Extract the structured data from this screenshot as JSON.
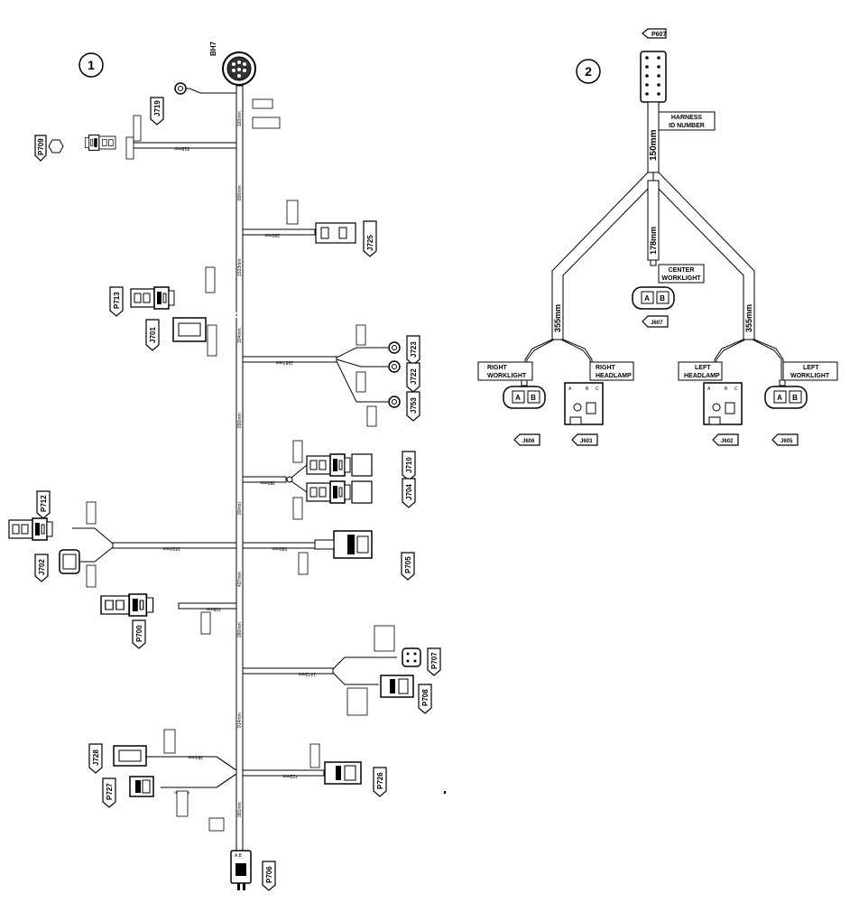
{
  "section_numbers": [
    "1",
    "2"
  ],
  "harness1": {
    "bulkhead_label": "BH7",
    "connector_tags": {
      "j719": "J719",
      "p709": "P709",
      "j725": "J725",
      "p713": "P713",
      "j701": "J701",
      "j723": "J723",
      "j722": "J722",
      "j753": "J753",
      "j710": "J710",
      "j704": "J704",
      "p712": "P712",
      "j702": "J702",
      "p705": "P705",
      "p700": "P700",
      "p707": "P707",
      "p708": "P708",
      "j728": "J728",
      "p727": "P727",
      "p726": "P726",
      "p706": "P706"
    },
    "branch_lengths": {
      "b_p709": "818mm",
      "b_j725": "290mm",
      "b_j723": "1687mm",
      "b_j710": "380mm",
      "b_p712": "3400mm",
      "b_p705": "580mm",
      "b_p700": "408mm",
      "b_p707": "1472mm",
      "b_j728": "384mm",
      "b_p727": "432mm",
      "b_p726": "432mm"
    },
    "trunk_lengths": {
      "t1": "160mm",
      "t2": "800mm",
      "t3": "1533mm",
      "t4": "304mm",
      "t5": "690mm",
      "t6": "90mm",
      "t7": "437mm",
      "t8": "280mm",
      "t9": "914mm",
      "t10": "381mm"
    },
    "pin_letters": {
      "p706": "A B"
    }
  },
  "harness2": {
    "top_tag": "P607",
    "harness_id_label": [
      "HARNESS",
      "ID NUMBER"
    ],
    "lengths": {
      "trunk": "150mm",
      "center": "178mm",
      "left": "355mm",
      "right": "355mm"
    },
    "labels": {
      "center_worklight": [
        "CENTER",
        "WORKLIGHT"
      ],
      "right_worklight": [
        "RIGHT",
        "WORKLIGHT"
      ],
      "right_headlamp": [
        "RIGHT",
        "HEADLAMP"
      ],
      "left_headlamp": [
        "LEFT",
        "HEADLAMP"
      ],
      "left_worklight": [
        "LEFT",
        "WORKLIGHT"
      ]
    },
    "pins": {
      "a": "A",
      "b": "B",
      "c": "C"
    },
    "connector_tags": {
      "j607": "J607",
      "j606": "J606",
      "j603": "J603",
      "j602": "J602",
      "j605": "J605"
    }
  }
}
